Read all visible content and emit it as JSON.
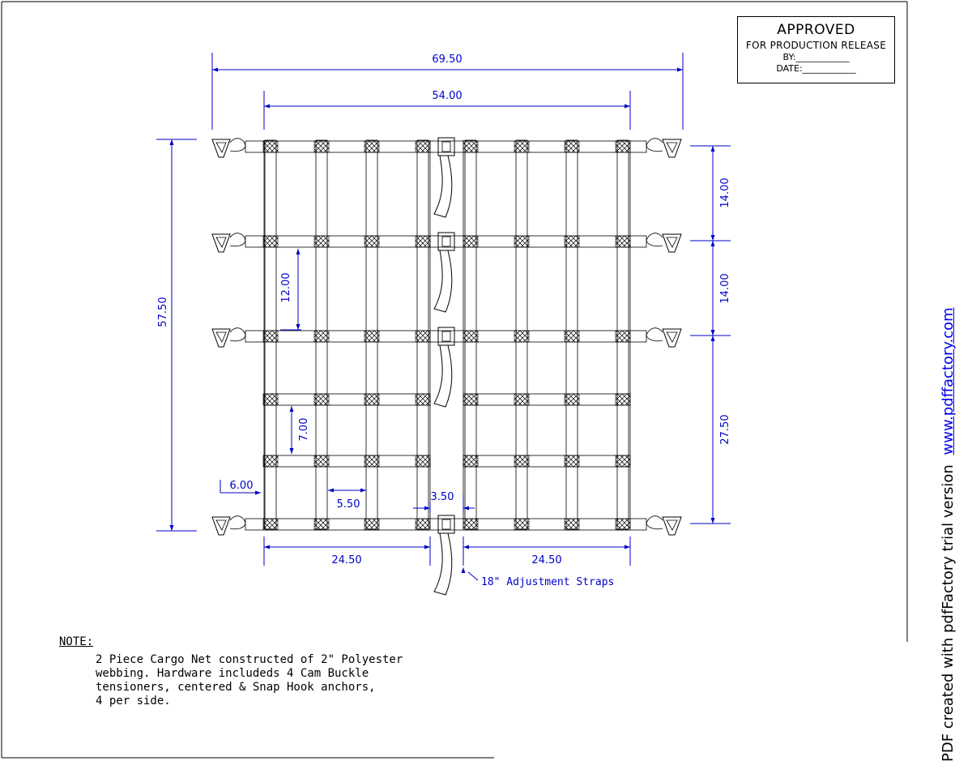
{
  "approval": {
    "title": "APPROVED",
    "subtitle": "FOR PRODUCTION RELEASE",
    "by": "BY:____________",
    "date": "DATE:____________"
  },
  "dimensions": {
    "overall_width": "69.50",
    "net_width": "54.00",
    "overall_height": "57.50",
    "top_spacing": "14.00",
    "second_spacing": "14.00",
    "bottom_spacing": "27.50",
    "vertical_12": "12.00",
    "vertical_7": "7.00",
    "edge_6": "6.00",
    "spacing_5_5": "5.50",
    "gap_3_5": "3.50",
    "left_piece": "24.50",
    "right_piece": "24.50"
  },
  "callout": "18\" Adjustment Straps",
  "note": {
    "title": "NOTE:",
    "body": "2 Piece Cargo Net constructed of 2\" Polyester\nwebbing.  Hardware includeds 4 Cam Buckle\ntensioners, centered & Snap Hook anchors,\n4 per side."
  },
  "watermark": {
    "text": "PDF created with pdfFactory trial version",
    "link": "www.pdffactory.com"
  }
}
